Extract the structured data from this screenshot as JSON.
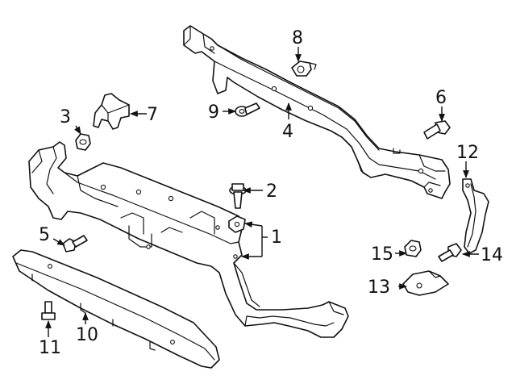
{
  "diagram": {
    "callouts": [
      {
        "id": "c1",
        "label": "1"
      },
      {
        "id": "c2",
        "label": "2"
      },
      {
        "id": "c3",
        "label": "3"
      },
      {
        "id": "c4",
        "label": "4"
      },
      {
        "id": "c5",
        "label": "5"
      },
      {
        "id": "c6",
        "label": "6"
      },
      {
        "id": "c7",
        "label": "7"
      },
      {
        "id": "c8",
        "label": "8"
      },
      {
        "id": "c9",
        "label": "9"
      },
      {
        "id": "c10",
        "label": "10"
      },
      {
        "id": "c11",
        "label": "11"
      },
      {
        "id": "c12",
        "label": "12"
      },
      {
        "id": "c13",
        "label": "13"
      },
      {
        "id": "c14",
        "label": "14"
      },
      {
        "id": "c15",
        "label": "15"
      }
    ],
    "line_color": "#111111",
    "background": "#ffffff"
  }
}
